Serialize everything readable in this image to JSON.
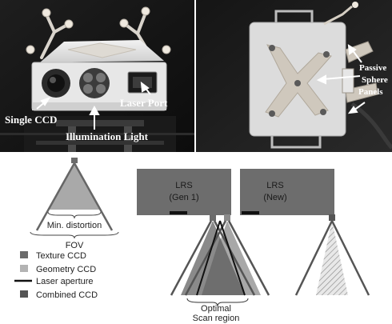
{
  "photo_labels": {
    "single_ccd": "Single CCD",
    "illumination_light": "Illumination Light",
    "laser_port": "Laser Port",
    "passive": "Passive",
    "sphere": "Sphere",
    "panels": "Panels"
  },
  "legend": {
    "min_distortion": "Min. distortion",
    "fov": "FOV",
    "items": [
      {
        "label": "Texture CCD",
        "swatch": "#6b6b6b"
      },
      {
        "label": "Geometry CCD",
        "swatch": "#b3b3b3"
      },
      {
        "label": "Laser aperture",
        "swatch": "#111111"
      },
      {
        "label": "Combined CCD",
        "swatch": "#555555"
      }
    ]
  },
  "gen1": {
    "title": "LRS",
    "subtitle": "(Gen 1)"
  },
  "newgen": {
    "title": "LRS",
    "subtitle": "(New)"
  },
  "optimal": {
    "line1": "Optimal",
    "line2": "Scan region"
  },
  "colors": {
    "lrs_box": "#6d6d6d",
    "texture_cone": "#8a8a8a",
    "geometry_cone": "#a8a8a8",
    "overlap": "#6e6e6e",
    "frame_lines": "#555555",
    "laser": "#111111"
  }
}
